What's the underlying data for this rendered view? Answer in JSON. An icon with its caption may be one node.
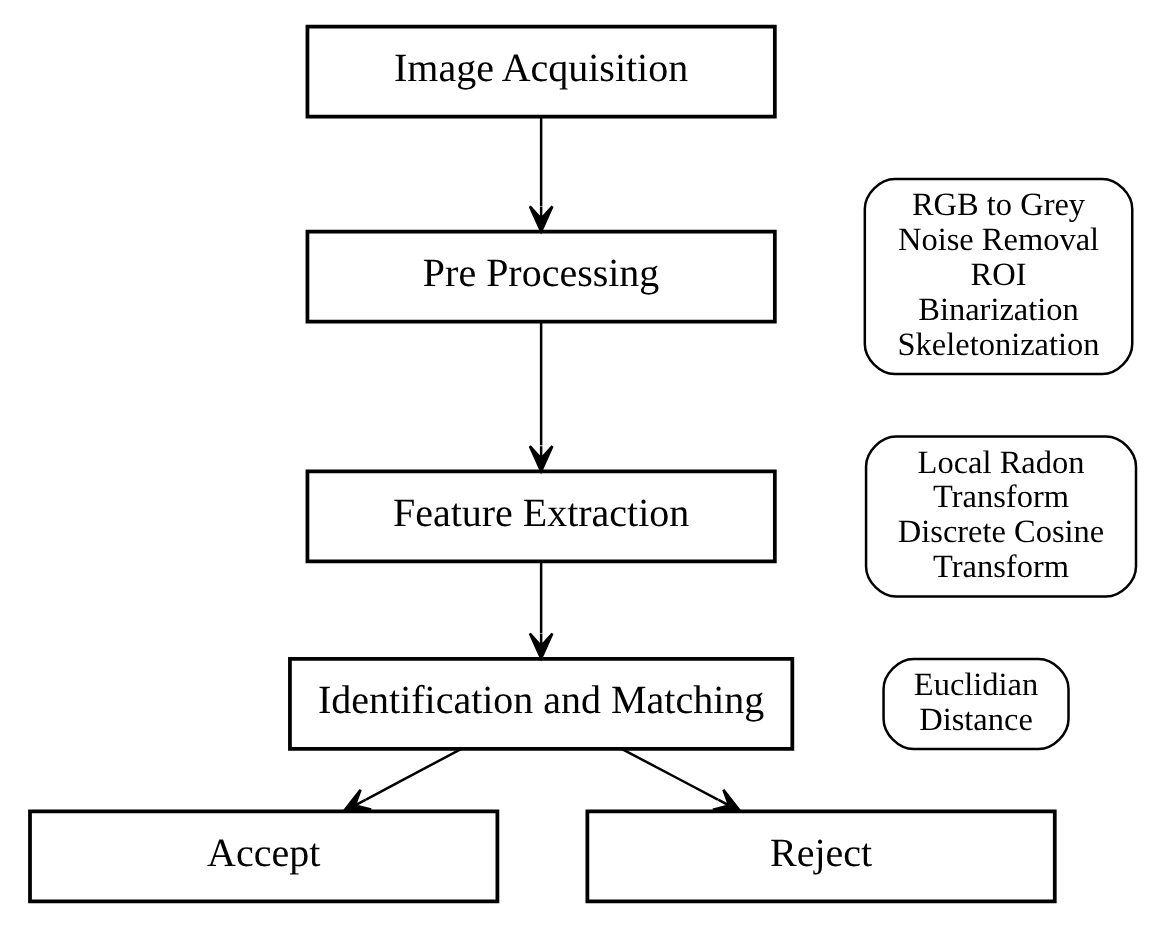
{
  "diagram": {
    "nodes": [
      {
        "text": [
          "Image Acquisition"
        ]
      },
      {
        "text": [
          "Pre Processing"
        ]
      },
      {
        "text": [
          "Feature Extraction"
        ]
      },
      {
        "text": [
          "Identification and Matching"
        ]
      },
      {
        "text": [
          "Accept"
        ]
      },
      {
        "text": [
          "Reject"
        ]
      },
      {
        "text": [
          "RGB to Grey",
          "Noise Removal",
          "ROI",
          "Binarization",
          "Skeletonization"
        ]
      },
      {
        "text": [
          "Local Radon Transform",
          "Discrete Cosine Transform"
        ]
      },
      {
        "text": [
          "Euclidian Distance"
        ]
      }
    ],
    "edges": [
      {
        "from": 0,
        "to": 1,
        "arrow": "to"
      },
      {
        "from": 1,
        "to": 2,
        "arrow": "to"
      },
      {
        "from": 2,
        "to": 3,
        "arrow": "to"
      },
      {
        "from": 3,
        "to": 4,
        "arrow": "to"
      },
      {
        "from": 3,
        "to": 5,
        "arrow": "to"
      }
    ]
  }
}
